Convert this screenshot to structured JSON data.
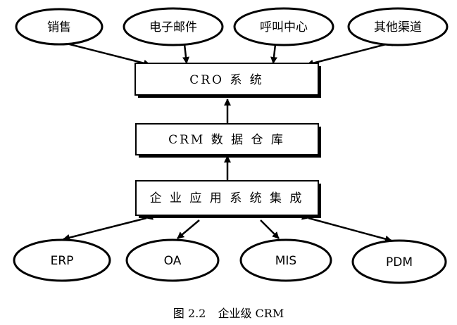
{
  "top_channels": [
    "销售",
    "电子邮件",
    "呼叫中心",
    "其他渠道"
  ],
  "boxes": {
    "cro": "CRO 系 统",
    "crm_db": "CRM 数 据 仓 库",
    "integration": "企 业 应 用 系 统 集 成"
  },
  "bottom_systems": [
    "ERP",
    "OA",
    "MIS",
    "PDM"
  ],
  "caption": {
    "number": "图 2.2",
    "title": "企业级 CRM"
  }
}
